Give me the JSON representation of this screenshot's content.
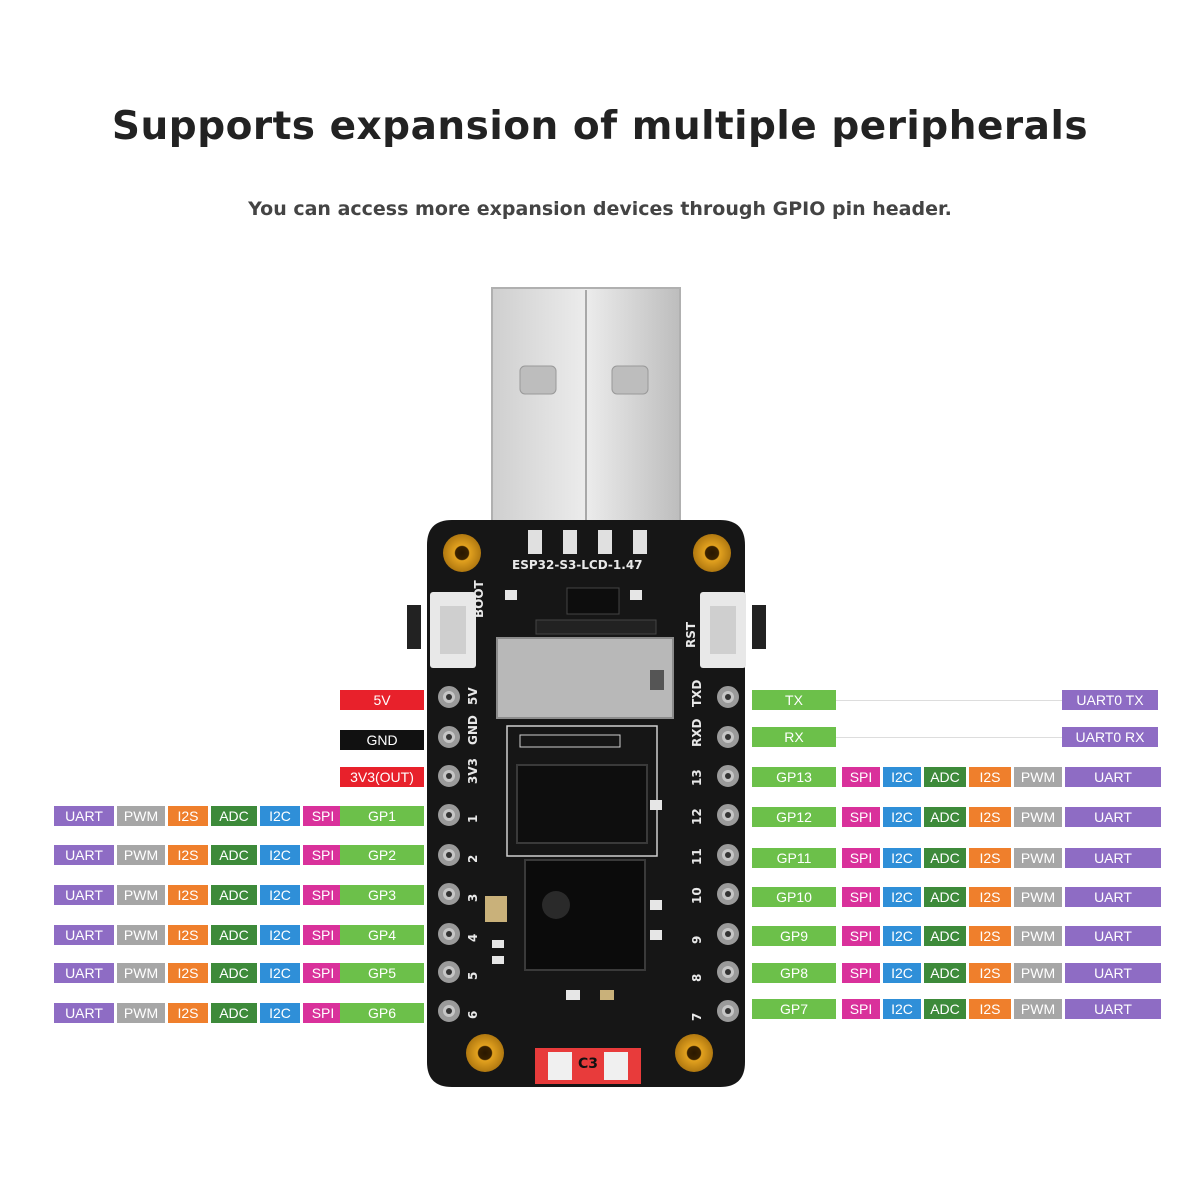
{
  "header": {
    "title": "Supports expansion of multiple peripherals",
    "subtitle": "You can access more expansion devices through GPIO pin header."
  },
  "board": {
    "name": "ESP32-S3-LCD-1.47",
    "boot_label": "BOOT",
    "rst_label": "RST",
    "chip_label": "C3",
    "left_pins": [
      "5V",
      "GND",
      "3V3",
      "1",
      "2",
      "3",
      "4",
      "5",
      "6"
    ],
    "right_pins": [
      "TXD",
      "RXD",
      "13",
      "12",
      "11",
      "10",
      "9",
      "8",
      "7"
    ]
  },
  "colors": {
    "red": "#e8212b",
    "black": "#111111",
    "green": "#6cc04a",
    "purple": "#8e6cc4",
    "gray": "#a6a6a6",
    "orange": "#ef7f2c",
    "darkgreen": "#3d8a3a",
    "blue": "#2f8fd8",
    "magenta": "#d9319b"
  },
  "left_labels": {
    "power": [
      "5V",
      "GND",
      "3V3(OUT)"
    ],
    "gpio_rows": [
      {
        "pin": "GP1",
        "funcs": [
          "UART",
          "PWM",
          "I2S",
          "ADC",
          "I2C",
          "SPI"
        ]
      },
      {
        "pin": "GP2",
        "funcs": [
          "UART",
          "PWM",
          "I2S",
          "ADC",
          "I2C",
          "SPI"
        ]
      },
      {
        "pin": "GP3",
        "funcs": [
          "UART",
          "PWM",
          "I2S",
          "ADC",
          "I2C",
          "SPI"
        ]
      },
      {
        "pin": "GP4",
        "funcs": [
          "UART",
          "PWM",
          "I2S",
          "ADC",
          "I2C",
          "SPI"
        ]
      },
      {
        "pin": "GP5",
        "funcs": [
          "UART",
          "PWM",
          "I2S",
          "ADC",
          "I2C",
          "SPI"
        ]
      },
      {
        "pin": "GP6",
        "funcs": [
          "UART",
          "PWM",
          "I2S",
          "ADC",
          "I2C",
          "SPI"
        ]
      }
    ]
  },
  "right_labels": {
    "uart_rows": [
      {
        "pin": "TX",
        "func": "UART0 TX"
      },
      {
        "pin": "RX",
        "func": "UART0 RX"
      }
    ],
    "gpio_rows": [
      {
        "pin": "GP13",
        "funcs": [
          "SPI",
          "I2C",
          "ADC",
          "I2S",
          "PWM",
          "UART"
        ]
      },
      {
        "pin": "GP12",
        "funcs": [
          "SPI",
          "I2C",
          "ADC",
          "I2S",
          "PWM",
          "UART"
        ]
      },
      {
        "pin": "GP11",
        "funcs": [
          "SPI",
          "I2C",
          "ADC",
          "I2S",
          "PWM",
          "UART"
        ]
      },
      {
        "pin": "GP10",
        "funcs": [
          "SPI",
          "I2C",
          "ADC",
          "I2S",
          "PWM",
          "UART"
        ]
      },
      {
        "pin": "GP9",
        "funcs": [
          "SPI",
          "I2C",
          "ADC",
          "I2S",
          "PWM",
          "UART"
        ]
      },
      {
        "pin": "GP8",
        "funcs": [
          "SPI",
          "I2C",
          "ADC",
          "I2S",
          "PWM",
          "UART"
        ]
      },
      {
        "pin": "GP7",
        "funcs": [
          "SPI",
          "I2C",
          "ADC",
          "I2S",
          "PWM",
          "UART"
        ]
      }
    ]
  }
}
